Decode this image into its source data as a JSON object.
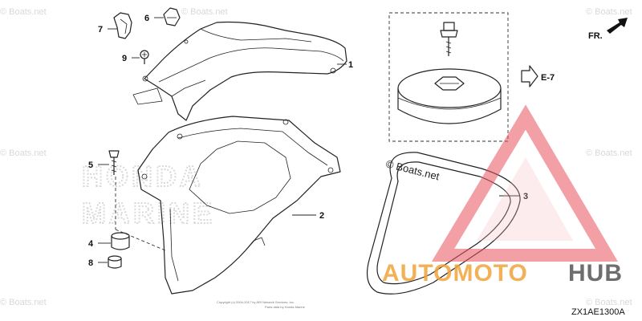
{
  "diagram": {
    "callouts": {
      "c1": "1",
      "c2": "2",
      "c3": "3",
      "c4": "4",
      "c5": "5",
      "c6": "6",
      "c7": "7",
      "c8": "8",
      "c9": "9"
    },
    "direction_label": "FR.",
    "section_ref": "E-7",
    "diagram_code": "ZX1AE1300A",
    "belt_watermark": "© Boats.net",
    "copyright_line_1": "Copyright (c) 2004-2017 by ARI Network Services, Inc.",
    "copyright_line_2": "Parts data by Honda Marine"
  },
  "watermarks": {
    "small_text": "© Boats.net",
    "background_text_1": "HONDA",
    "background_text_2": "MARINE"
  },
  "brand_overlay": {
    "part_a": "AUTOMOTO",
    "part_b": "HUB",
    "colors": {
      "triangle": "#e8545c",
      "primary": "#f0a43a",
      "secondary": "#555555"
    }
  }
}
